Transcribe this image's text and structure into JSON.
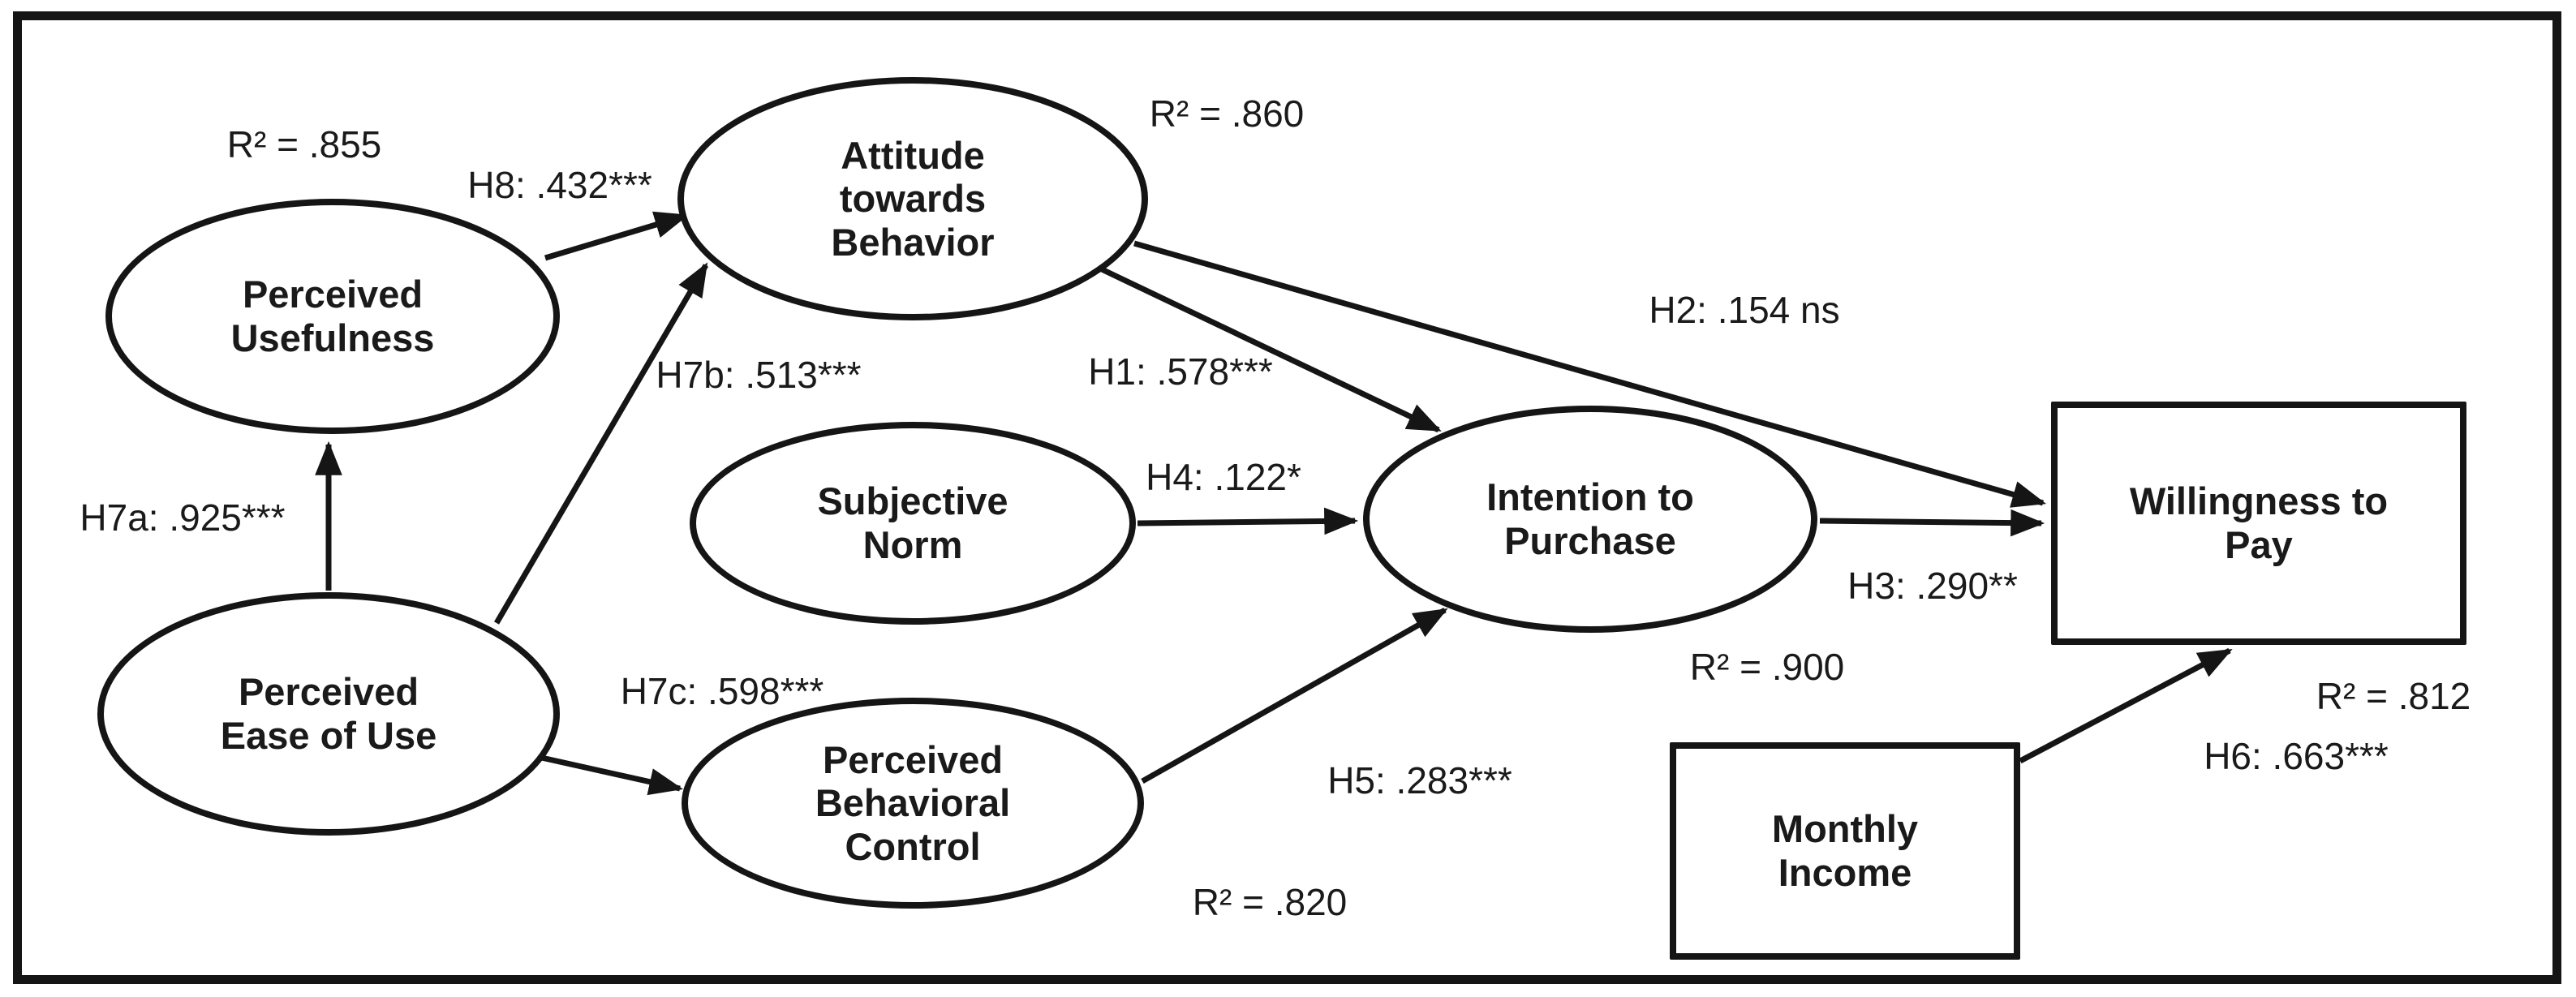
{
  "model": {
    "nodes": {
      "perceived_usefulness": {
        "label": "Perceived Usefulness",
        "lines": [
          "Perceived",
          "Usefulness"
        ],
        "r2": "R² = .855"
      },
      "attitude": {
        "label": "Attitude towards Behavior",
        "lines": [
          "Attitude",
          "towards",
          "Behavior"
        ],
        "r2": "R² = .860"
      },
      "subjective_norm": {
        "label": "Subjective Norm",
        "lines": [
          "Subjective",
          "Norm"
        ]
      },
      "ease_of_use": {
        "label": "Perceived Ease of Use",
        "lines": [
          "Perceived",
          "Ease of Use"
        ]
      },
      "behavioral_control": {
        "label": "Perceived Behavioral Control",
        "lines": [
          "Perceived",
          "Behavioral",
          "Control"
        ],
        "r2": "R² = .820"
      },
      "intention": {
        "label": "Intention to Purchase",
        "lines": [
          "Intention to",
          "Purchase"
        ],
        "r2": "R² = .900"
      },
      "willingness": {
        "label": "Willingness to Pay",
        "lines": [
          "Willingness to",
          "Pay"
        ],
        "r2": "R² = .812"
      },
      "income": {
        "label": "Monthly Income",
        "lines": [
          "Monthly",
          "Income"
        ]
      }
    },
    "paths": {
      "h1": {
        "label": "H1: .578***",
        "from": "Attitude towards Behavior",
        "to": "Intention to Purchase"
      },
      "h2": {
        "label": "H2: .154 ns",
        "from": "Attitude towards Behavior",
        "to": "Willingness to Pay"
      },
      "h3": {
        "label": "H3: .290**",
        "from": "Intention to Purchase",
        "to": "Willingness to Pay"
      },
      "h4": {
        "label": "H4: .122*",
        "from": "Subjective Norm",
        "to": "Intention to Purchase"
      },
      "h5": {
        "label": "H5: .283***",
        "from": "Perceived Behavioral Control",
        "to": "Intention to Purchase"
      },
      "h6": {
        "label": "H6: .663***",
        "from": "Monthly Income",
        "to": "Willingness to Pay"
      },
      "h7a": {
        "label": "H7a: .925***",
        "from": "Perceived Ease of Use",
        "to": "Perceived Usefulness"
      },
      "h7b": {
        "label": "H7b: .513***",
        "from": "Perceived Ease of Use",
        "to": "Attitude towards Behavior"
      },
      "h7c": {
        "label": "H7c: .598***",
        "from": "Perceived Ease of Use",
        "to": "Perceived Behavioral Control"
      },
      "h8": {
        "label": "H8: .432***",
        "from": "Perceived Usefulness",
        "to": "Attitude towards Behavior"
      }
    },
    "colors": {
      "stroke": "#151515",
      "background": "#ffffff"
    }
  }
}
